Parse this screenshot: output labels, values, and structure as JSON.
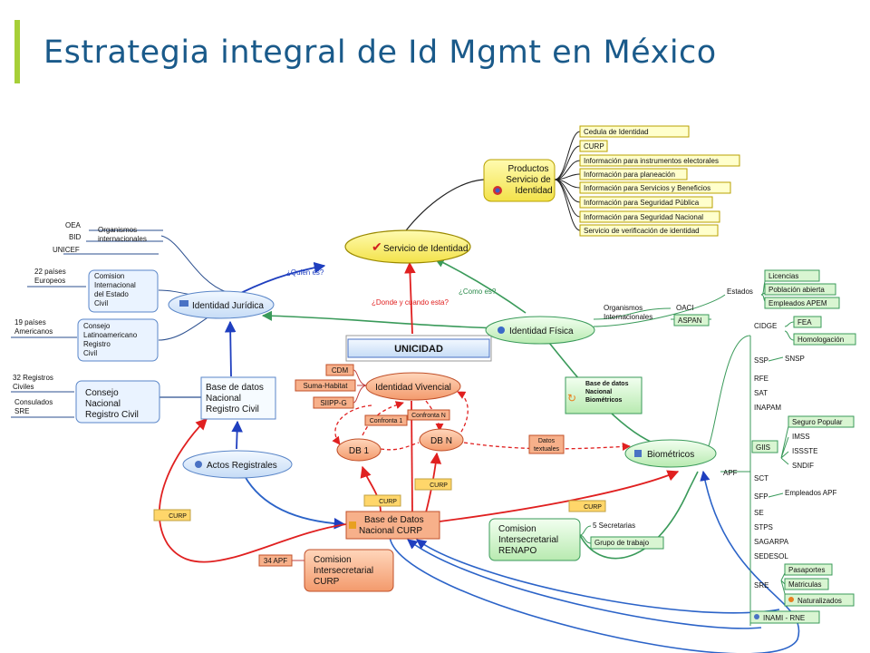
{
  "title": "Estrategia integral de Id Mgmt en México",
  "colors": {
    "accent_bar": "#a6cf38",
    "title": "#1a5a8a",
    "yellow": "#fff27a",
    "green": "#d9f5d2",
    "blue": "#d6e7fb",
    "orange": "#f7b08a",
    "gray_box": "#ffffcc"
  },
  "products": {
    "header_lines": [
      "Productos",
      "Servicio de",
      "Identidad"
    ],
    "items": [
      "Cedula de Identidad",
      "CURP",
      "Información para instrumentos electorales",
      "Información para planeación",
      "Información para Servicios y Beneficios",
      "Información para Seguridad Pública",
      "Información para Seguridad Nacional",
      "Servicio de verificación de identidad"
    ]
  },
  "servicio_identidad": "Servicio de Identidad",
  "identidad_juridica": "Identidad Jurídica",
  "identidad_fisica": "Identidad Física",
  "identidad_vivencial": "Identidad Vivencial",
  "unicidad": "UNICIDAD",
  "edge_labels": {
    "quien": "¿Quien es?",
    "como": "¿Como es?",
    "donde": "¿Donde y cuando esta?",
    "confronta1": "Confronta 1",
    "confrontaN": "Confronta N",
    "datos": [
      "Datos",
      "textuales"
    ]
  },
  "organismos_int": {
    "lines": [
      "Organismos",
      "internacionales"
    ],
    "items": [
      "OEA",
      "BID",
      "UNICEF"
    ]
  },
  "comision_int": {
    "lines": [
      "Comision",
      "Internacional",
      "del Estado",
      "Civil"
    ],
    "note": [
      "22 países",
      "Europeos"
    ]
  },
  "consejo_latino": {
    "lines": [
      "Consejo",
      "Latinoamericano",
      "Registro",
      "Civil"
    ],
    "note": [
      "19 países",
      "Americanos"
    ]
  },
  "consejo_nacional": {
    "lines": [
      "Consejo",
      "Nacional",
      "Registro Civil"
    ],
    "notes": [
      [
        "32 Registros",
        "Civiles"
      ],
      [
        "Consulados",
        "SRE"
      ]
    ]
  },
  "bd_nacional_rc": {
    "lines": [
      "Base de datos",
      "Nacional",
      "Registro Civil"
    ]
  },
  "actos_registrales": "Actos Registrales",
  "vivencial_items": [
    "CDM",
    "Suma-Habitat",
    "SIIPP-G"
  ],
  "db1": "DB 1",
  "dbn": "DB N",
  "biometricos": "Biométricos",
  "bd_biometricos": {
    "lines": [
      "Base de datos",
      "Nacional",
      "Biométricos"
    ]
  },
  "bd_curp": {
    "lines": [
      "Base de Datos",
      "Nacional CURP"
    ]
  },
  "curp_label": "CURP",
  "comision_curp": {
    "lines": [
      "Comision",
      "Intersecretarial",
      "CURP"
    ],
    "note": "34 APF"
  },
  "comision_renapo": {
    "lines": [
      "Comision",
      "Intersecretarial",
      "RENAPO"
    ],
    "items": [
      "5 Secretarias",
      "Grupo de trabajo"
    ]
  },
  "org_internacionales_fisica": {
    "lines": [
      "Organismos",
      "Internacionales"
    ],
    "items": [
      "OACI",
      "ASPAN"
    ]
  },
  "estados": {
    "label": "Estados",
    "items": [
      "Licencias",
      "Población abierta",
      "Empleados APEM"
    ]
  },
  "apf": {
    "label": "APF",
    "cidge": "CIDGE",
    "cidge_items": [
      "FEA",
      "Homologación"
    ],
    "ssp": "SSP",
    "snsp": "SNSP",
    "mid": [
      "RFE",
      "SAT",
      "INAPAM"
    ],
    "giis": "GIIS",
    "giis_items": [
      "Seguro Popular",
      "IMSS",
      "ISSSTE",
      "SNDIF"
    ],
    "sct": "SCT",
    "sfp": "SFP",
    "sfp_item": "Empleados APF",
    "lower": [
      "SE",
      "STPS",
      "SAGARPA",
      "SEDESOL"
    ],
    "sre": "SRE",
    "sre_items": [
      "Pasaportes",
      "Matriculas",
      "Naturalizados"
    ],
    "inami": "INAMI - RNE"
  }
}
